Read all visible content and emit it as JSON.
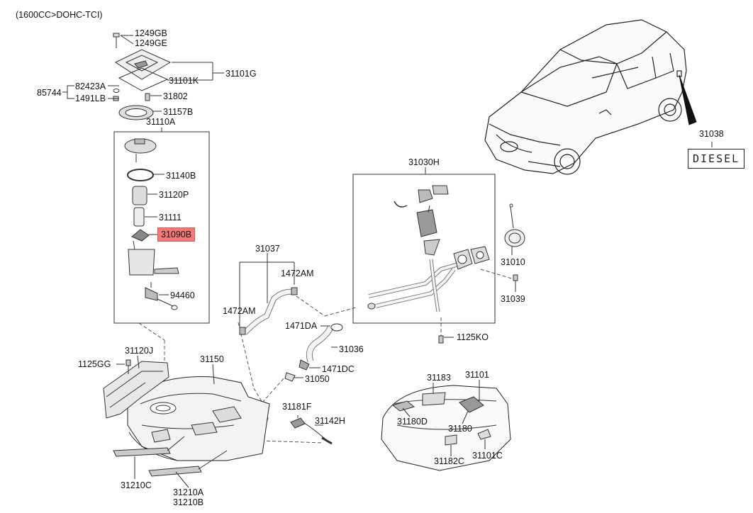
{
  "header": {
    "engine": "(1600CC>DOHC-TCI)"
  },
  "highlight": {
    "part": "31090B",
    "color": "#f47a7a"
  },
  "labels": {
    "p1249gb": "1249GB",
    "p1249ge": "1249GE",
    "p31101g": "31101G",
    "p31101k": "31101K",
    "p82423a": "82423A",
    "p85744": "85744",
    "p1491lb": "1491LB",
    "p31802": "31802",
    "p31157b": "31157B",
    "p31110a": "31110A",
    "p31140b": "31140B",
    "p31120p": "31120P",
    "p31111": "31111",
    "p31090b": "31090B",
    "p94460": "94460",
    "p31037": "31037",
    "p1472am_a": "1472AM",
    "p1472am_b": "1472AM",
    "p1471da": "1471DA",
    "p31036": "31036",
    "p1471dc": "1471DC",
    "p31050": "31050",
    "p31181f": "31181F",
    "p31142h": "31142H",
    "p31030h": "31030H",
    "p31010": "31010",
    "p31039": "31039",
    "p1125ko": "1125KO",
    "p31038": "31038",
    "p1125gg": "1125GG",
    "p31120j": "31120J",
    "p31150": "31150",
    "p31210c": "31210C",
    "p31210a": "31210A",
    "p31210b": "31210B",
    "p31183": "31183",
    "p31101": "31101",
    "p31180d": "31180D",
    "p31180": "31180",
    "p31182c": "31182C",
    "p31101c": "31101C"
  },
  "badge": {
    "diesel": "DIESEL"
  }
}
